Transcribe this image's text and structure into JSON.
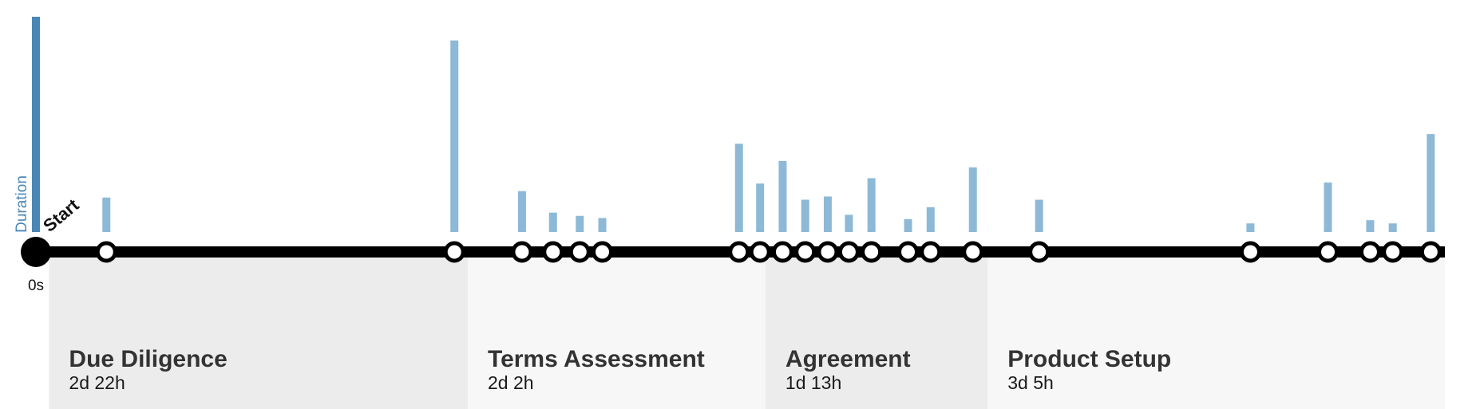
{
  "chart_data": {
    "type": "bar",
    "ylabel": "Duration",
    "start_label": "Start",
    "zero_label": "0s",
    "colors": {
      "bar": "#8db9d6",
      "axis_bar": "#4a87b5",
      "track": "#000000",
      "phase_a": "#ececec",
      "phase_b": "#f7f7f7"
    },
    "ylim": [
      0,
      100
    ],
    "events": [
      {
        "t": 0.05,
        "duration": 16
      },
      {
        "t": 0.297,
        "duration": 89
      },
      {
        "t": 0.345,
        "duration": 19
      },
      {
        "t": 0.367,
        "duration": 9
      },
      {
        "t": 0.386,
        "duration": 7.5
      },
      {
        "t": 0.402,
        "duration": 6.5
      },
      {
        "t": 0.499,
        "duration": 41
      },
      {
        "t": 0.514,
        "duration": 22.5
      },
      {
        "t": 0.53,
        "duration": 33
      },
      {
        "t": 0.546,
        "duration": 15
      },
      {
        "t": 0.562,
        "duration": 16.5
      },
      {
        "t": 0.577,
        "duration": 8
      },
      {
        "t": 0.593,
        "duration": 25
      },
      {
        "t": 0.619,
        "duration": 6
      },
      {
        "t": 0.635,
        "duration": 11.5
      },
      {
        "t": 0.665,
        "duration": 30
      },
      {
        "t": 0.712,
        "duration": 15
      },
      {
        "t": 0.862,
        "duration": 4
      },
      {
        "t": 0.917,
        "duration": 23
      },
      {
        "t": 0.947,
        "duration": 5.5
      },
      {
        "t": 0.963,
        "duration": 4
      },
      {
        "t": 0.99,
        "duration": 45.5
      }
    ],
    "phases": [
      {
        "name": "Due Diligence",
        "duration": "2d 22h",
        "start": 0.0093,
        "end": 0.3065
      },
      {
        "name": "Terms Assessment",
        "duration": "2d 2h",
        "start": 0.3065,
        "end": 0.5178
      },
      {
        "name": "Agreement",
        "duration": "1d 13h",
        "start": 0.5178,
        "end": 0.6755
      },
      {
        "name": "Product Setup",
        "duration": "3d 5h",
        "start": 0.6755,
        "end": 1.0
      }
    ]
  }
}
